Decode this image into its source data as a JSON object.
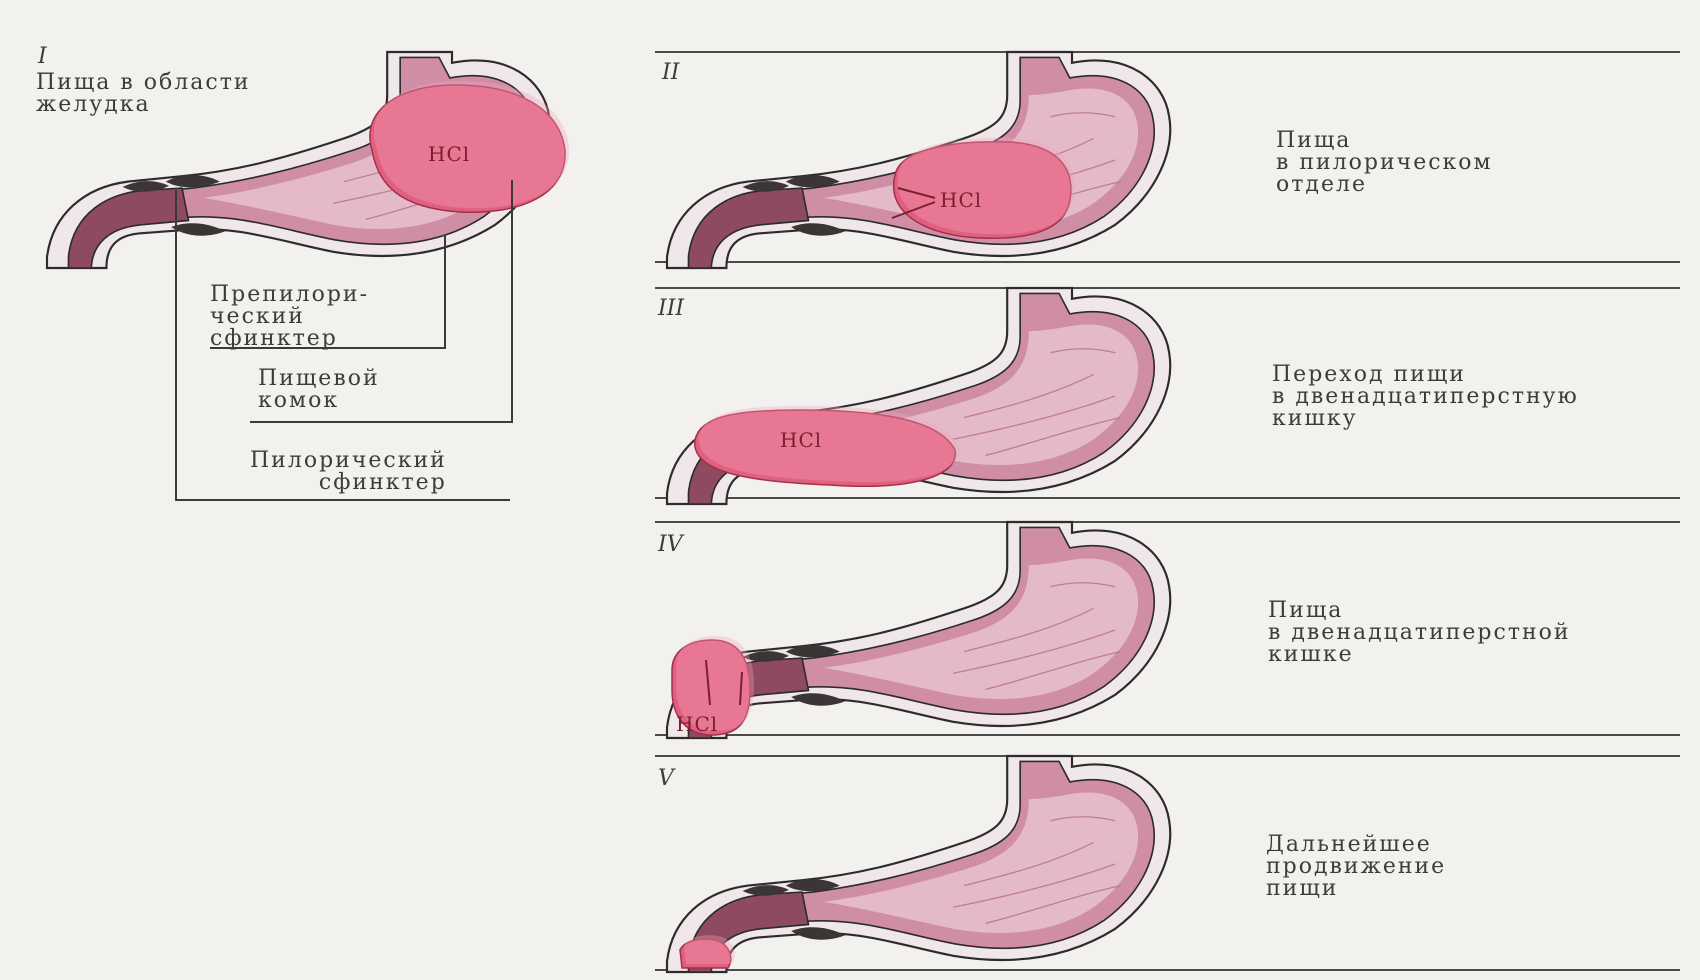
{
  "colors": {
    "background": "#f3f1ee",
    "wall": "#efe7ea",
    "outline": "#2e2b2c",
    "mucosa": "#cf8ea6",
    "lumen": "#e8c2cf",
    "bolus": "#e0607f",
    "bolus_highlight": "#f4a3b6",
    "duodenum": "#8e4a60",
    "sphincter": "#3b3536"
  },
  "panels": [
    {
      "numeral": "I",
      "caption": "Пища в области\nжелудка",
      "hcl": "HCl"
    },
    {
      "numeral": "II",
      "caption": "Пища\nв пилорическом\nотделе",
      "hcl": "HCl"
    },
    {
      "numeral": "III",
      "caption": "Переход пищи\nв двенадцатиперстную\nкишку",
      "hcl": "HCl"
    },
    {
      "numeral": "IV",
      "caption": "Пища\nв двенадцатиперстной\nкишке",
      "hcl": "HCl"
    },
    {
      "numeral": "V",
      "caption": "Дальнейшее\nпродвижение\nпищи"
    }
  ],
  "labels": {
    "prepyloric": "Препилори-\nческий\nсфинктер",
    "bolus": "Пищевой\nкомок",
    "pyloric": "Пилорический\nсфинктер"
  }
}
